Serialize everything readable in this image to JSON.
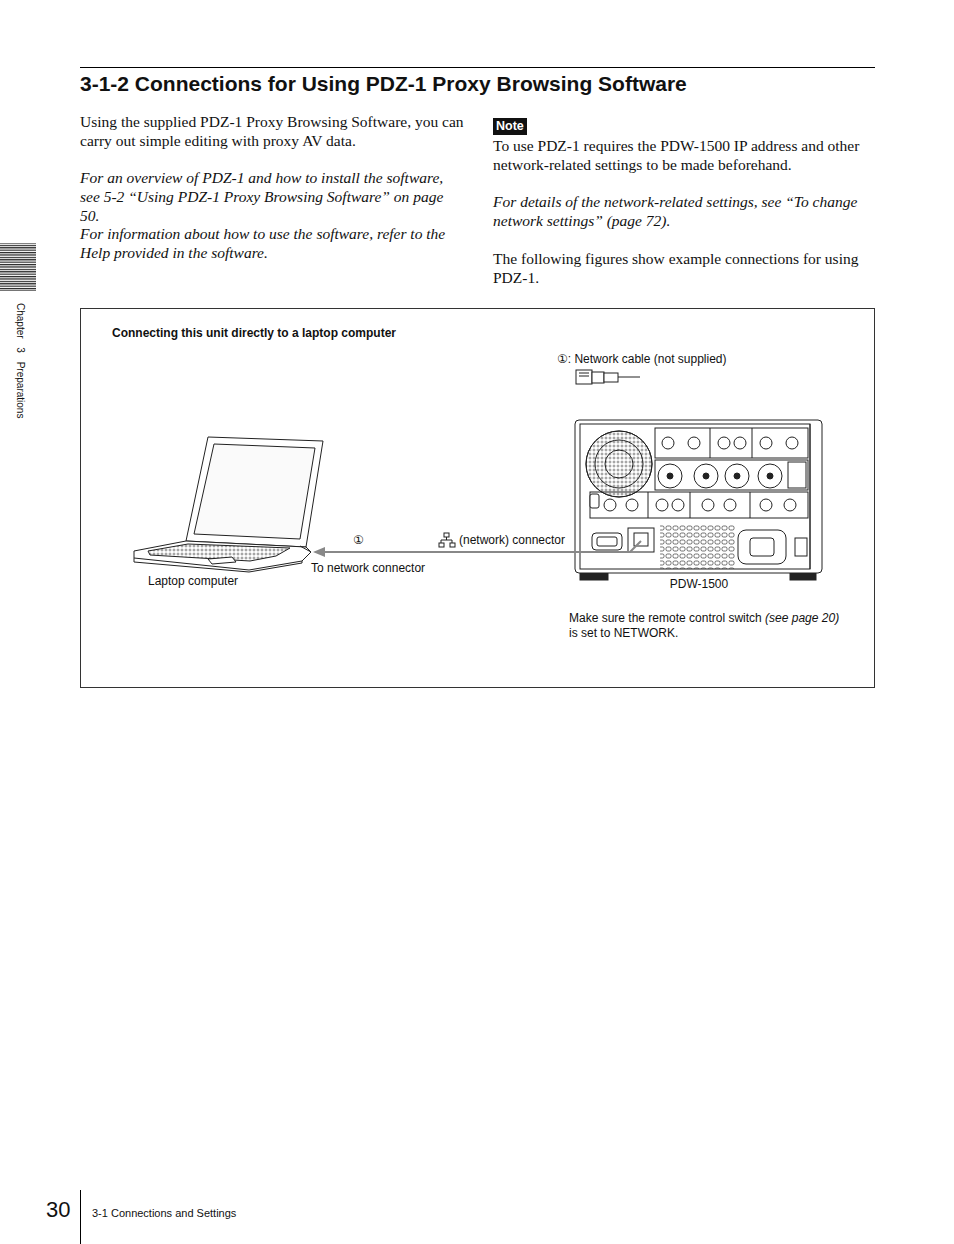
{
  "diagram": {
    "title": "3-1-2 Connections for Using PDZ-1 Proxy Browsing Software",
    "nodes": [
      {
        "text": [
          "Note"
        ]
      },
      {
        "text": [
          "Connecting this unit directly to a laptop computer"
        ]
      },
      {
        "text": [
          "Laptop computer"
        ],
        "in": 1
      },
      {
        "text": [
          "PDW-1500"
        ],
        "in": 1
      }
    ],
    "edges": [
      {
        "from": 3,
        "to": 2,
        "arrow": "to"
      }
    ],
    "labels": [
      "Using the supplied PDZ-1 Proxy Browsing Software, you can carry out simple editing with proxy AV data.",
      "For an overview of PDZ-1 and how to install the software, see 5-2 “Using PDZ-1 Proxy Browsing Software” on page 50.",
      "For information about how to use the software, refer to the Help provided in the software.",
      "To use PDZ-1 requires the PDW-1500 IP address and other network-related settings to be made beforehand.",
      "For details of the network-related settings, see “To change network settings” (page 72).",
      "The following figures show example connections for using PDZ-1.",
      "①: Network cable (not supplied)",
      "①",
      "(network) connector",
      "To network connector",
      "Make sure the remote control switch",
      "(see page 20)",
      "is set to NETWORK.",
      "Chapter 3 Preparations",
      "30",
      "3-1 Connections and Settings"
    ]
  }
}
